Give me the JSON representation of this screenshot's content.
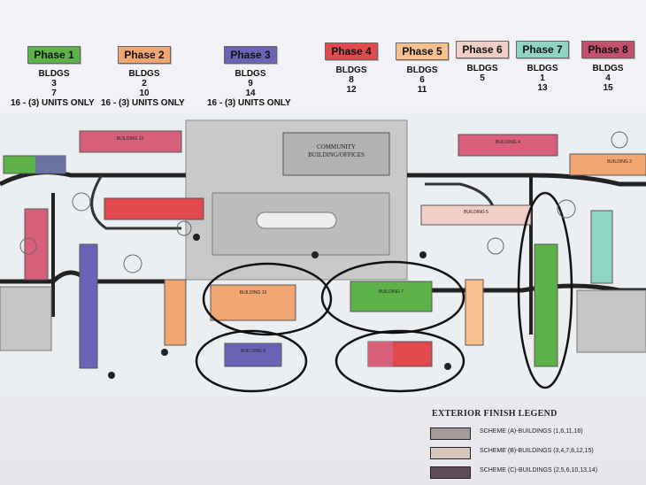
{
  "phases": [
    {
      "label": "Phase 1",
      "color": "#5db34a",
      "text_color": "#222",
      "lines": [
        "BLDGS",
        "3",
        "7",
        "16 - (3) UNITS ONLY"
      ]
    },
    {
      "label": "Phase 2",
      "color": "#f2a672",
      "text_color": "#222",
      "lines": [
        "BLDGS",
        "2",
        "10",
        "16 - (3) UNITS ONLY"
      ]
    },
    {
      "label": "Phase 3",
      "color": "#6b63b5",
      "text_color": "#111",
      "lines": [
        "BLDGS",
        "9",
        "14",
        "16 - (3) UNITS ONLY"
      ]
    },
    {
      "label": "Phase 4",
      "color": "#e2494f",
      "text_color": "#111",
      "lines": [
        "BLDGS",
        "8",
        "12"
      ]
    },
    {
      "label": "Phase 5",
      "color": "#f8c08c",
      "text_color": "#111",
      "lines": [
        "BLDGS",
        "6",
        "11"
      ]
    },
    {
      "label": "Phase 6",
      "color": "#f2cfc6",
      "text_color": "#111",
      "lines": [
        "BLDGS",
        "5"
      ]
    },
    {
      "label": "Phase 7",
      "color": "#8fd5c2",
      "text_color": "#111",
      "lines": [
        "BLDGS",
        "1",
        "13"
      ]
    },
    {
      "label": "Phase 8",
      "color": "#c4506e",
      "text_color": "#111",
      "lines": [
        "BLDGS",
        "4",
        "15"
      ]
    }
  ],
  "map_labels": {
    "community": [
      "COMMUNITY",
      "BUILDING/OFFICES"
    ],
    "b4": "BUILDING 4",
    "b5": "BUILDING 5",
    "b7": "BUILDING 7",
    "b9": "BUILDING 9",
    "b10": "BUILDING 10",
    "b13": "BUILDING 13",
    "b2": "BUILDING 2"
  },
  "legend": {
    "title": "EXTERIOR FINISH LEGEND",
    "items": [
      {
        "swatch": "#a49b98",
        "label": "SCHEME (A)-BUILDINGS (1,6,11,16)"
      },
      {
        "swatch": "#d6c6bb",
        "label": "SCHEME (B)-BUILDINGS (3,4,7,8,12,15)"
      },
      {
        "swatch": "#5f4b56",
        "label": "SCHEME (C)-BUILDINGS (2,5,6,10,13,14)"
      }
    ]
  }
}
